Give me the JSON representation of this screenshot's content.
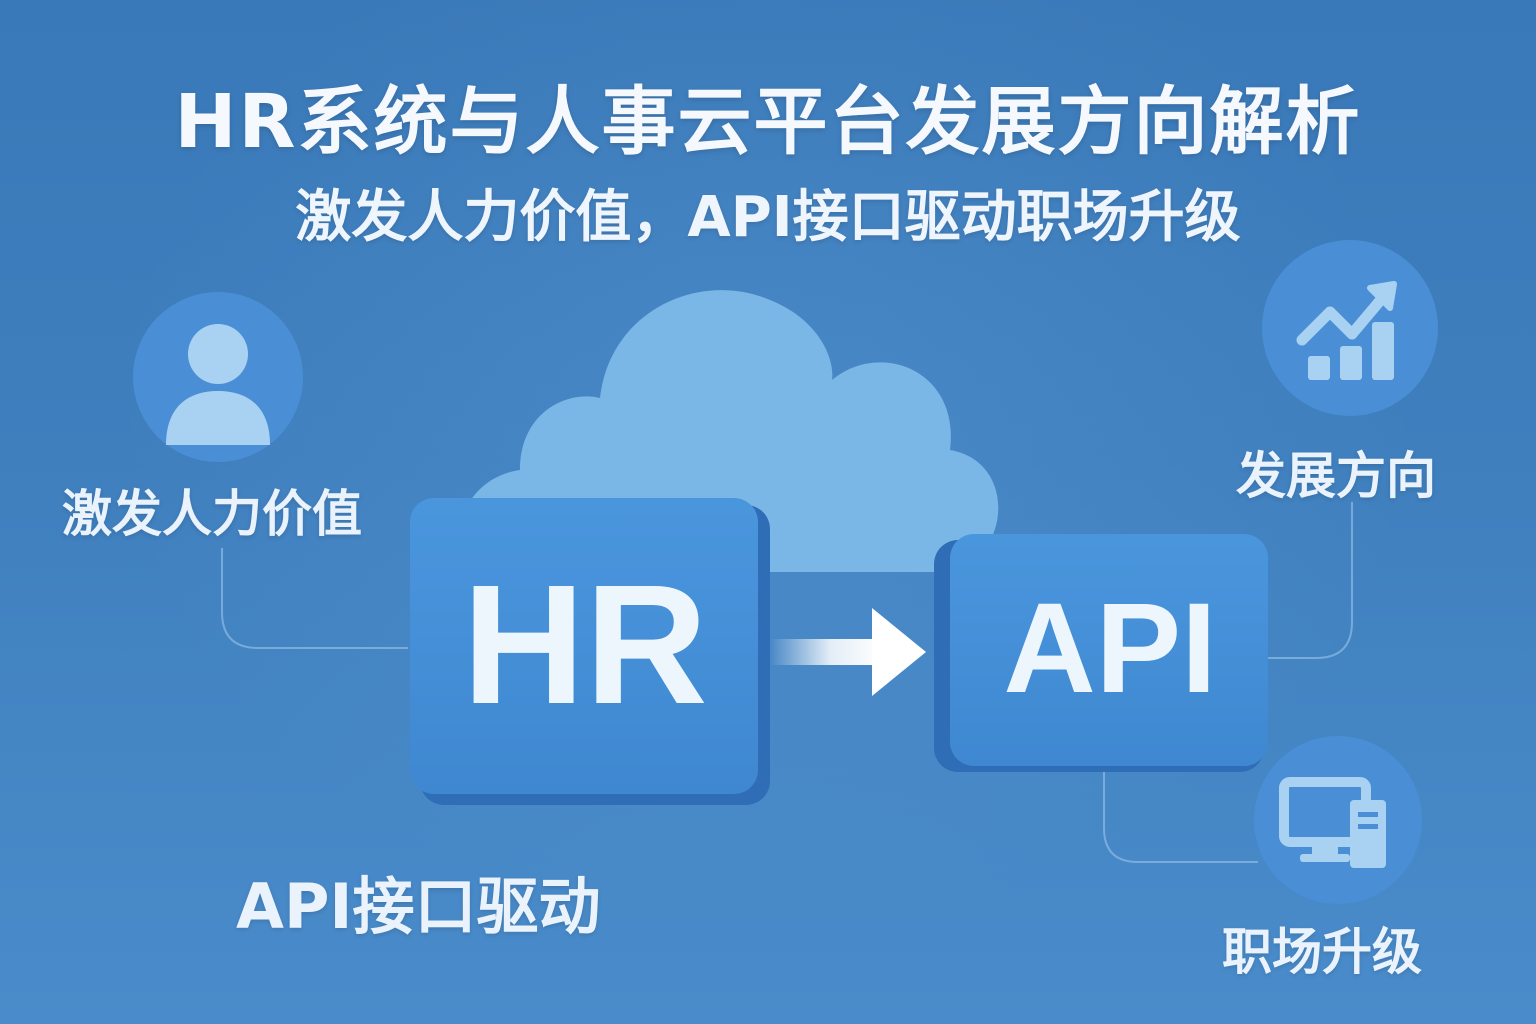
{
  "title": "HR系统与人事云平台发展方向解析",
  "subtitle": "激发人力价值，API接口驱动职场升级",
  "nodes": {
    "hr_box": {
      "label": "HR"
    },
    "api_box": {
      "label": "API"
    }
  },
  "labels": {
    "value": "激发人力价值",
    "development": "发展方向",
    "career": "职场升级",
    "api_drive": "API接口驱动"
  },
  "icons": {
    "person": "person-icon",
    "growth": "growth-chart-icon",
    "computer": "computer-icon",
    "cloud": "cloud-icon",
    "arrow": "arrow-right-icon"
  },
  "colors": {
    "background_top": "#3a79b9",
    "background_bottom": "#4a8ccb",
    "box_fill": "#4490d8",
    "box_edge": "#2f6eb6",
    "cloud_fill": "#7ab7e6",
    "icon_circle": "#4a8fd6",
    "icon_glyph": "#a9d2f2"
  }
}
